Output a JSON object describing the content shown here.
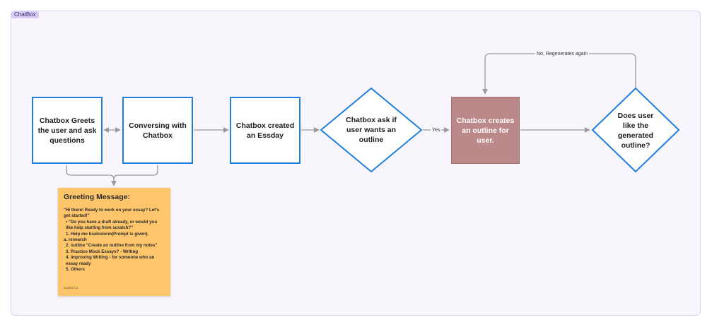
{
  "frame": {
    "label": "ChatBox"
  },
  "nodes": {
    "greets": "Chatbox Greets the user and ask questions",
    "conversing": "Conversing with Chatbox",
    "created": "Chatbox created an Essday",
    "ask_outline": "Chatbox ask if user wants an outline",
    "creates_outline": "Chatbox creates an outline for user.",
    "likes_outline": "Does user like the generated outline?"
  },
  "edges": {
    "yes": "Yes",
    "regenerate": "No, Regenerates again"
  },
  "sticky": {
    "title": "Greeting Message:",
    "lines": [
      "\"Hi there! Ready to work on your essay? Let's get started!\"",
      "• \"Do you have a draft already, or would you like help starting from scratch?\"",
      "1. Help me brainstorm(Prompt is given).",
      "a. research",
      "2. outline \"Create an outline from my notes\"",
      "3. Practice Mock Essays? - Writing",
      "4. Improving Writing - for someone who an essay ready",
      "5. Others"
    ],
    "author": "Sophia Lu"
  },
  "colors": {
    "node_border": "#1f7fe0",
    "highlight_fill": "#bb898a",
    "sticky_fill": "#fec56b",
    "frame_fill": "#f8f6fc",
    "connector": "#9a9a9a"
  }
}
